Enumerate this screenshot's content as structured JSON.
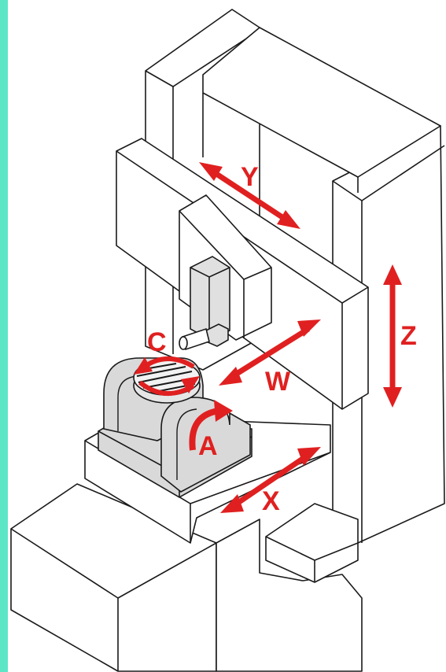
{
  "colors": {
    "accent_strip": "#5be6c6",
    "arrow": "#e02020",
    "outline": "#1a1a1a",
    "fixture_gray": "#d9d9d9",
    "spindle_gray": "#e0e0e0"
  },
  "labels": {
    "y": "Y",
    "z": "Z",
    "w": "W",
    "c": "C",
    "a": "A",
    "x": "X"
  }
}
